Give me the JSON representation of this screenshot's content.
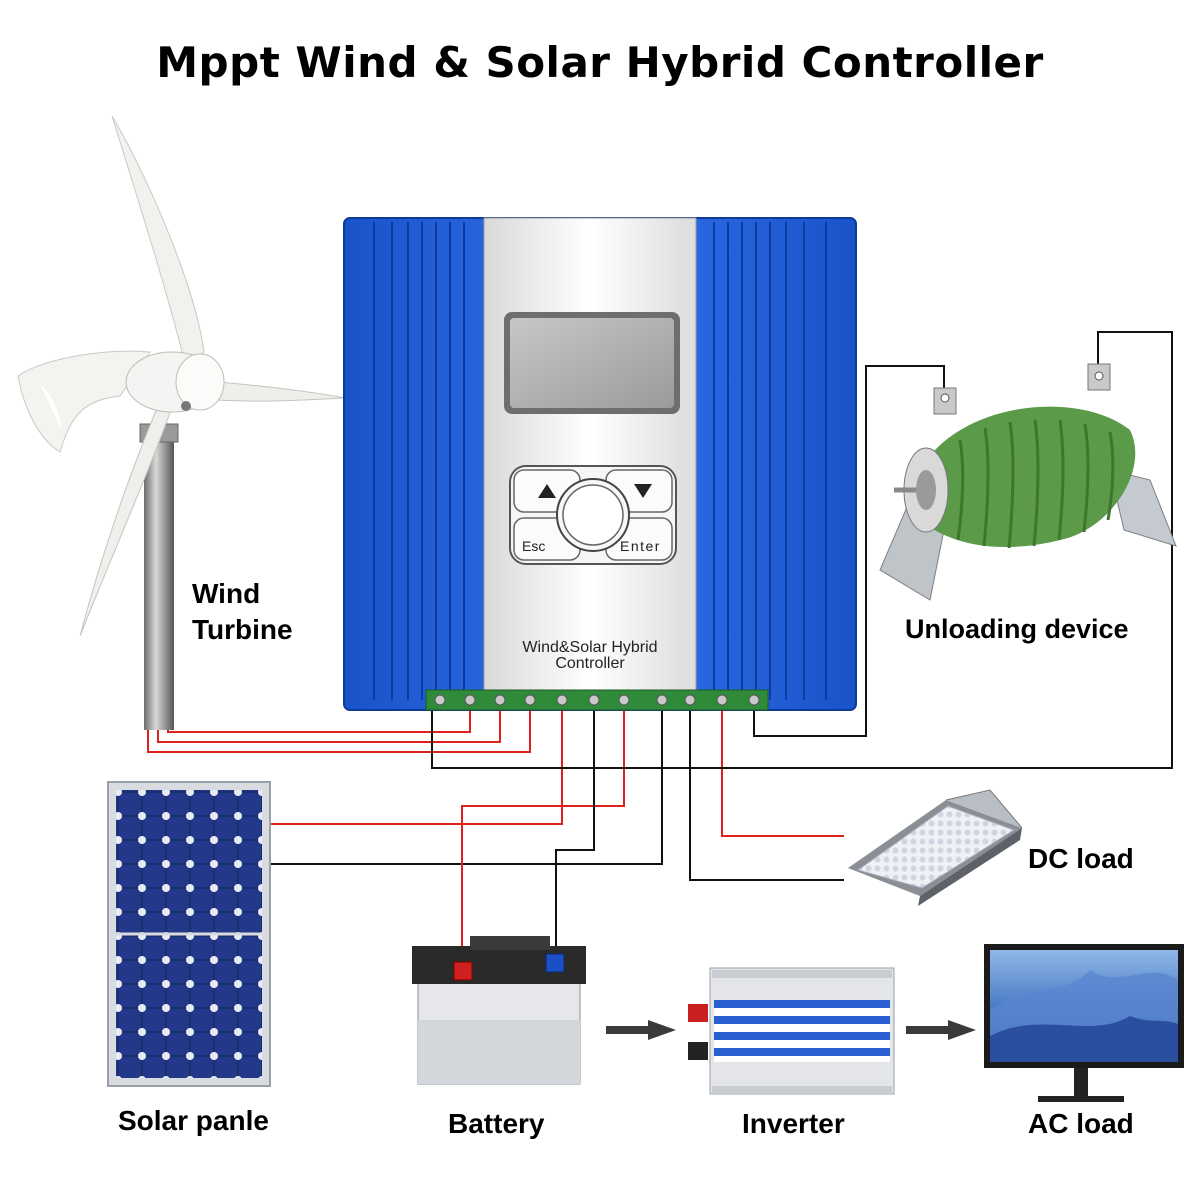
{
  "title": "Mppt Wind & Solar Hybrid Controller",
  "controller": {
    "label_line1": "Wind&Solar Hybrid",
    "label_line2": "Controller",
    "button_esc": "Esc",
    "button_enter": "Enter"
  },
  "components": {
    "wind_turbine_line1": "Wind",
    "wind_turbine_line2": "Turbine",
    "unloading_device": "Unloading device",
    "dc_load": "DC load",
    "solar_panel": "Solar panle",
    "battery": "Battery",
    "inverter": "Inverter",
    "ac_load": "AC load"
  },
  "colors": {
    "controller_blue": "#1f5fd8",
    "wire_positive": "#e0201c",
    "wire_negative": "#111111",
    "resistor_green": "#5a9a48"
  }
}
